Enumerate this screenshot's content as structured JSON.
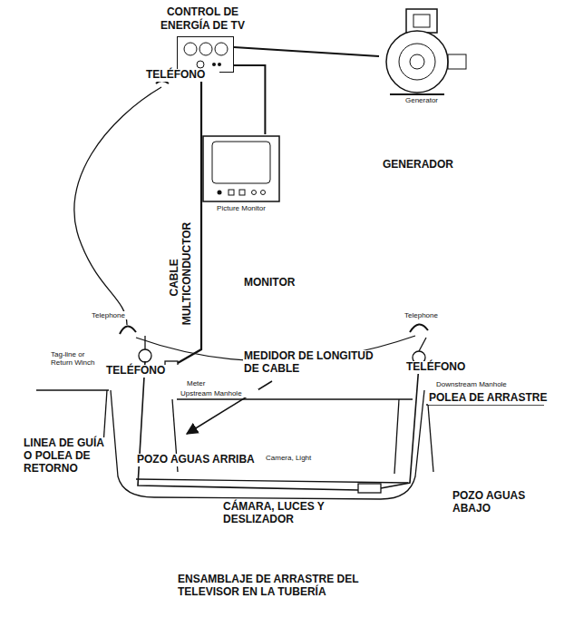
{
  "diagram": {
    "caption": "ENSAMBLAJE DE ARRASTRE DEL TELEVISOR EN LA TUBERÍA",
    "nodes": [
      {
        "text": [
          "CONTROL DE ENERGÍA DE TV"
        ]
      },
      {
        "text": [
          "Picture Monitor"
        ]
      },
      {
        "text": [
          "Generator",
          "GENERADOR"
        ]
      }
    ],
    "edges": [
      {
        "from": 0,
        "to": 2,
        "arrow": "none"
      },
      {
        "from": 0,
        "to": 1,
        "arrow": "none"
      }
    ],
    "labels": [
      "TELÉFONO",
      "CABLE MULTICONDUCTOR",
      "MONITOR",
      "Telephone",
      "Telephone",
      "Tag-line or Return Winch",
      "TELÉFONO",
      "Meter",
      "MEDIDOR DE LONGITUD DE CABLE",
      "Upstream Manhole",
      "TELÉFONO",
      "Downstream Manhole",
      "POLEA DE ARRASTRE",
      "LINEA DE GUÍA O POLEA DE RETORNO",
      "POZO AGUAS ARRIBA",
      "Camera, Light",
      "CÁMARA, LUCES Y DESLIZADOR",
      "POZO AGUAS ABAJO"
    ]
  }
}
